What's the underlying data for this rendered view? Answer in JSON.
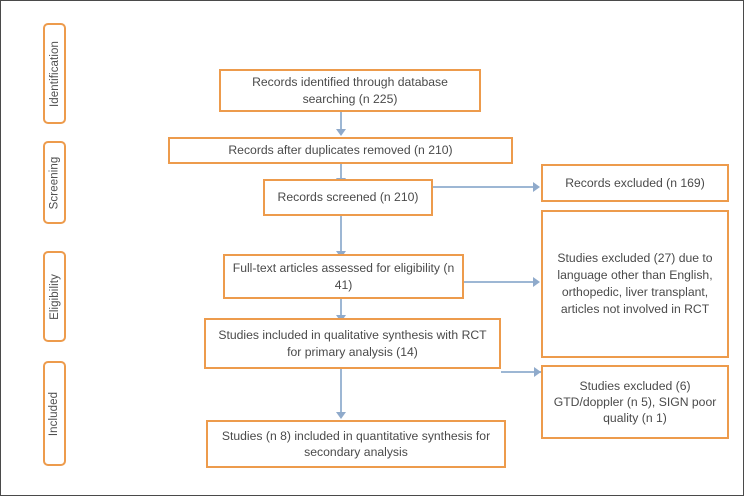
{
  "diagram": {
    "type": "prisma-flow-diagram",
    "accent_border_color": "#ED9B4C",
    "connector_color": "#9DB7D4",
    "text_color": "#4a4a4a",
    "frame_color": "#4a4a4a",
    "background": "#ffffff"
  },
  "stages": [
    {
      "id": "identification",
      "label": "Identification"
    },
    {
      "id": "screening",
      "label": "Screening"
    },
    {
      "id": "eligibility",
      "label": "Eligibility"
    },
    {
      "id": "included",
      "label": "Included"
    }
  ],
  "main_flow": [
    {
      "id": "records-identified",
      "text": "Records identified through database searching (n 225)",
      "count": 225
    },
    {
      "id": "records-after-duplicates",
      "text": "Records after duplicates removed (n 210)",
      "count": 210
    },
    {
      "id": "records-screened",
      "text": "Records screened (n 210)",
      "count": 210
    },
    {
      "id": "fulltext-assessed",
      "text": "Full-text articles assessed for eligibility (n 41)",
      "count": 41
    },
    {
      "id": "qualitative-synthesis",
      "text": "Studies included in qualitative synthesis with RCT for primary analysis (14)",
      "count": 14
    },
    {
      "id": "quantitative-synthesis",
      "text": "Studies (n 8) included in quantitative synthesis for secondary analysis",
      "count": 8
    }
  ],
  "exclusions": [
    {
      "id": "records-excluded",
      "text": "Records excluded (n 169)",
      "count": 169
    },
    {
      "id": "studies-excluded-language",
      "text": "Studies excluded (27) due to language other than English, orthopedic, liver transplant, articles not involved in RCT",
      "count": 27
    },
    {
      "id": "studies-excluded-quality",
      "text": "Studies excluded (6) GTD/doppler (n 5), SIGN poor quality (n 1)",
      "count": 6
    }
  ]
}
